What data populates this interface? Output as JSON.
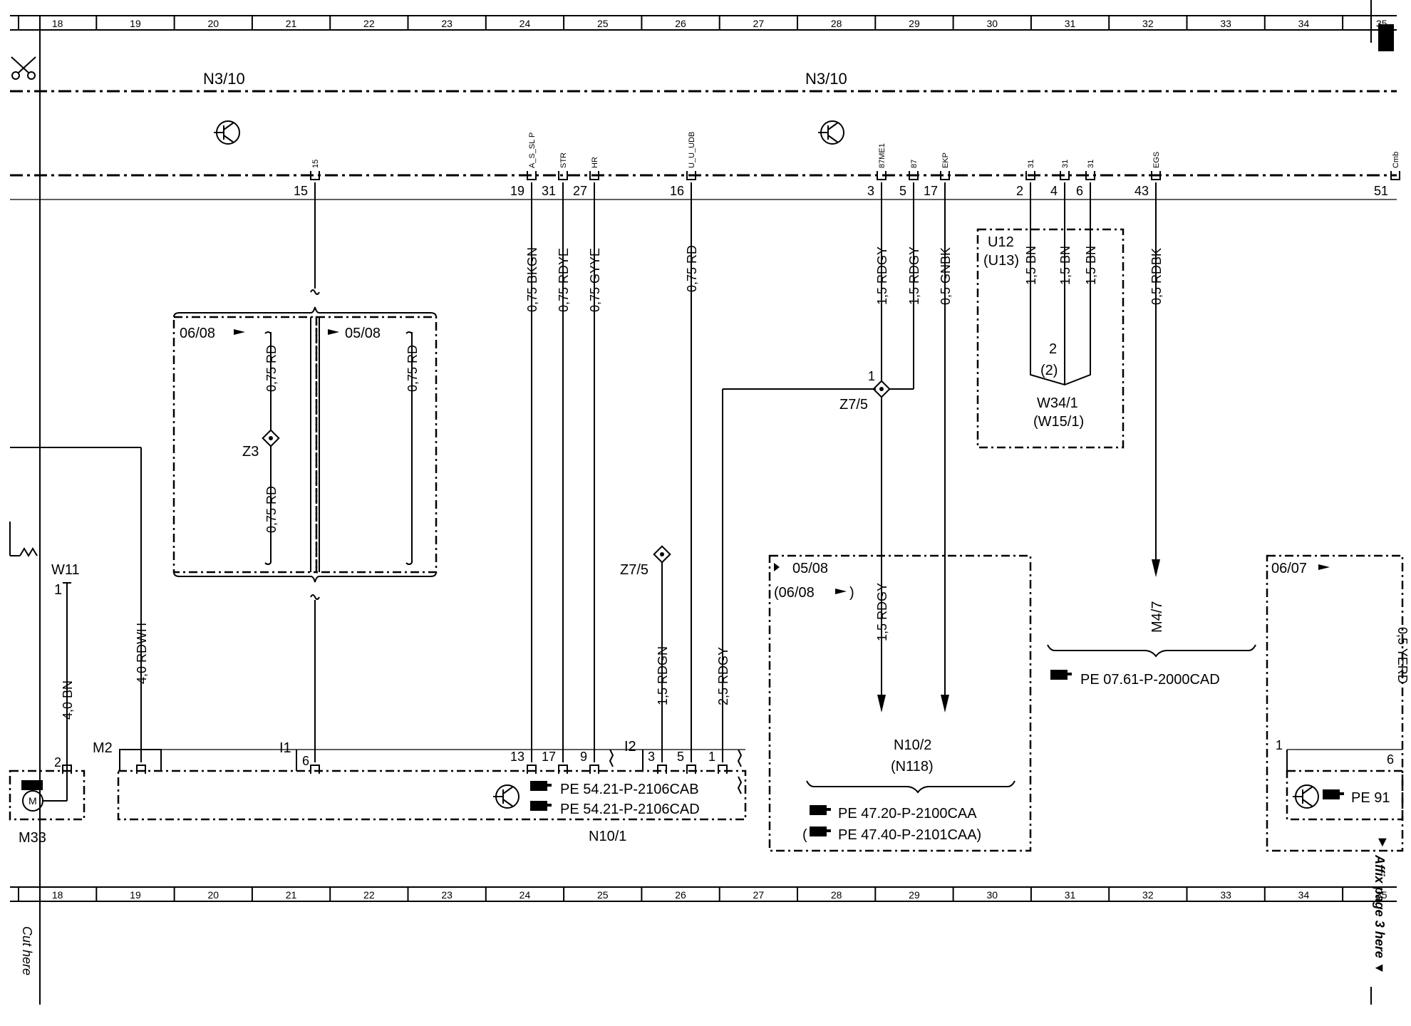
{
  "grid": {
    "columns": [
      "18",
      "19",
      "20",
      "21",
      "22",
      "23",
      "24",
      "25",
      "26",
      "27",
      "28",
      "29",
      "30",
      "31",
      "32",
      "33",
      "34",
      "35"
    ]
  },
  "modules": {
    "top_left": "N3/10",
    "top_right": "N3/10",
    "n10_1": "N10/1",
    "n10_2": "N10/2",
    "n10_2_alt": "(N118)",
    "m4_7": "M4/7",
    "m33": "M33",
    "m2": "M2",
    "i1": "I1",
    "i2": "I2",
    "w11": "W11",
    "w11_pin": "1",
    "w34_1": "W34/1",
    "w34_1_alt": "(W15/1)",
    "u12": "U12",
    "u13": "(U13)",
    "z3": "Z3",
    "z7_5_top": "Z7/5",
    "z7_5_bottom": "Z7/5",
    "z7_5_pin": "1",
    "w34_pin": "2",
    "w34_pin_alt": "(2)"
  },
  "connector_top": {
    "labels": [
      "15",
      "A_S_SL P",
      "STR",
      "HR",
      "U_U_UDB",
      "87ME1",
      "87",
      "EKP",
      "31",
      "31",
      "31",
      "EGS",
      "Cmb"
    ],
    "pins": [
      "15",
      "19",
      "31",
      "27",
      "16",
      "3",
      "5",
      "17",
      "2",
      "4",
      "6",
      "43",
      "51"
    ]
  },
  "wires": {
    "w_bkgn": "0,75 BKGN",
    "w_rdye": "0,75 RDYE",
    "w_gyye": "0,75 GYYE",
    "w_rd_top": "0,75 RD",
    "w_rdgy_1": "1,5 RDGY",
    "w_rdgy_2": "1,5 RDGY",
    "w_gnbk": "0,5 GNBK",
    "w_bn_1": "1,5 BN",
    "w_bn_2": "1,5 BN",
    "w_bn_3": "1,5 BN",
    "w_rdbk": "0,5 RDBK",
    "w_rd_a": "0,75 RD",
    "w_rd_b": "0,75 RD",
    "w_rd_c": "0,75 RD",
    "w_rdwh": "4,0 RDWH",
    "w_bn_4": "4,0 BN",
    "w_rdgn": "1,5 RDGN",
    "w_rdgy_3": "2,5 RDGY",
    "w_rdgy_4": "1,5 RDGY",
    "w_yerd": "0,5 YERD"
  },
  "refs": {
    "box_a": "06/08",
    "box_b": "05/08",
    "box_c": "05/08",
    "box_c2": "(06/08",
    "box_c2_end": ")",
    "box_d": "06/07"
  },
  "bottom_pins": {
    "m33": "2",
    "i1": "6",
    "n10_1": [
      "13",
      "17",
      "9",
      "3",
      "5",
      "1"
    ],
    "right_a": "1",
    "right_b": "6"
  },
  "pe_refs": {
    "pe1": "PE 54.21-P-2106CAB",
    "pe2": "PE 54.21-P-2106CAD",
    "pe3": "PE 47.20-P-2100CAA",
    "pe4": "PE 47.40-P-2101CAA)",
    "pe4_open": "(",
    "pe5": "PE 07.61-P-2000CAD",
    "pe6": "PE 91"
  },
  "margin": {
    "cut_here": "Cut here",
    "affix": "Affix page 3 here ▼",
    "affix_arrow": "▼"
  }
}
